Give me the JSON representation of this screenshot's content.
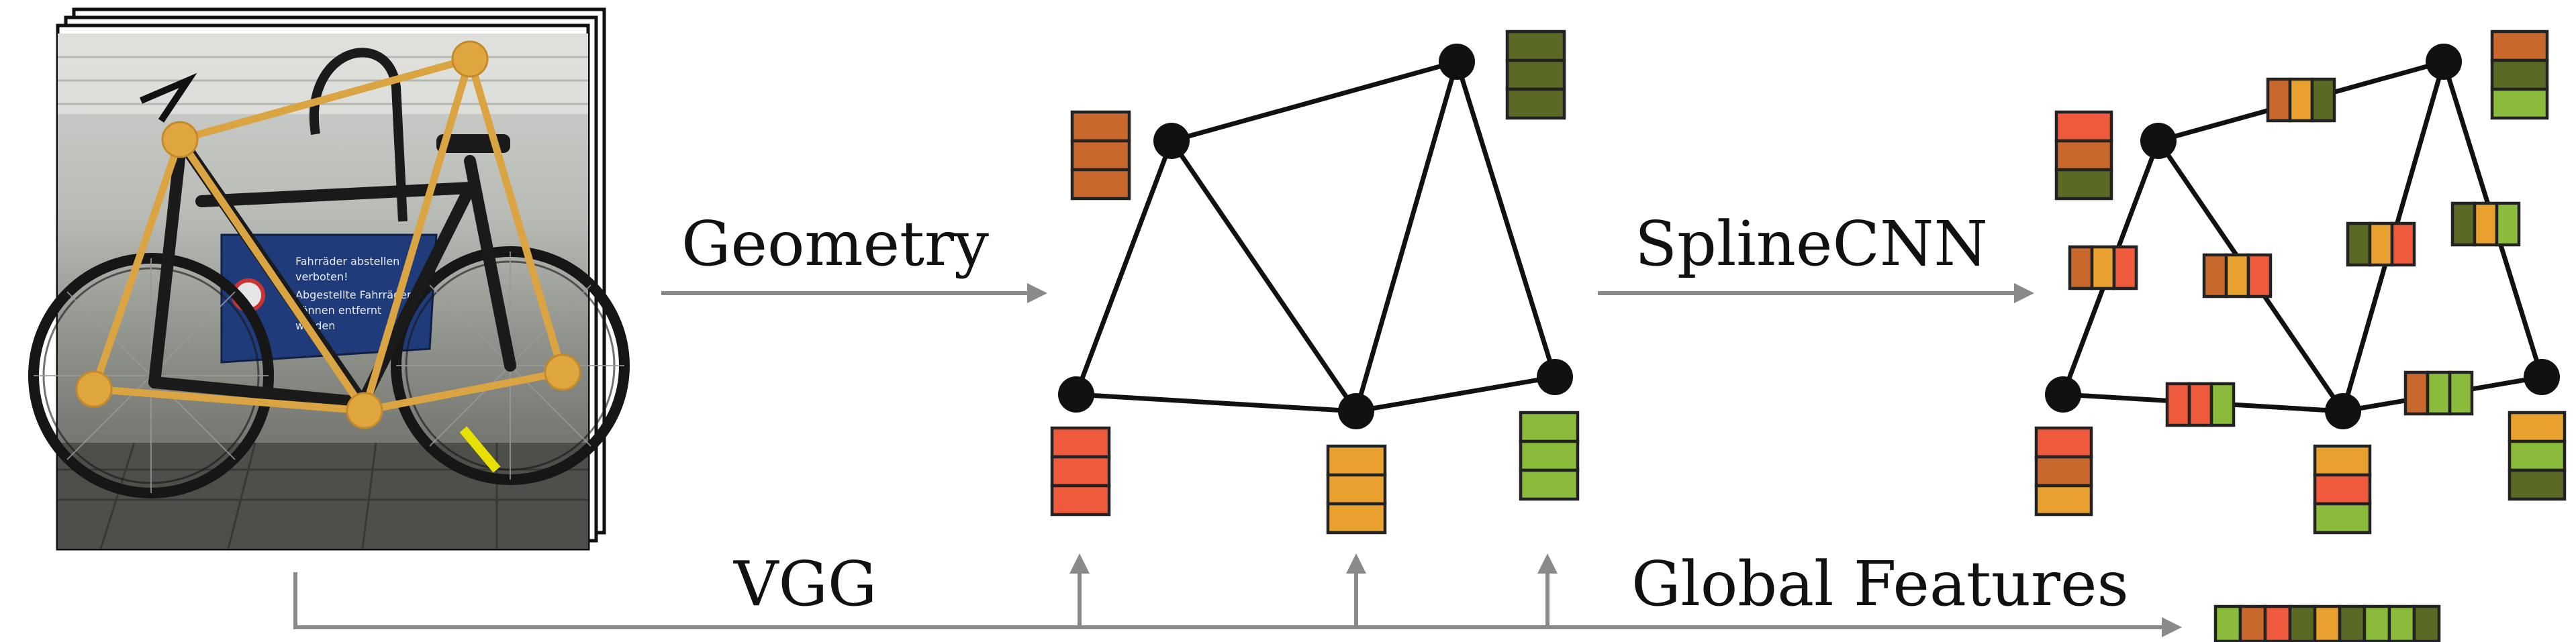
{
  "labels": {
    "geometry": "Geometry",
    "splinecnn": "SplineCNN",
    "vgg": "VGG",
    "global_features": "Global Features"
  },
  "image_overlay": {
    "sign_lines": [
      "Fahrräder abstellen",
      "verboten!",
      "Abgestellte Fahrräder",
      "können entfernt",
      "werden"
    ]
  },
  "colors": {
    "red": "#ef5a3c",
    "rust": "#c8682d",
    "orange": "#e8a12f",
    "olive_dark": "#5a6a25",
    "lime": "#8bbb3a",
    "node": "#111111",
    "arrow": "#8a8a8a",
    "keypoint": "#e0a640"
  },
  "icon": "stacked-image-frames-icon"
}
